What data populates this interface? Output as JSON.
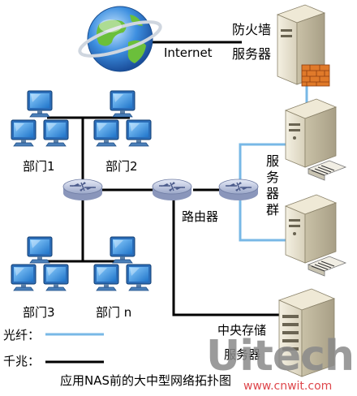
{
  "labels": {
    "firewall_line1": "防火墙",
    "firewall_line2": "服务器",
    "internet": "Internet",
    "dept1": "部门1",
    "dept2": "部门2",
    "dept3": "部门3",
    "deptn": "部门 n",
    "server_group": [
      "服",
      "务",
      "器",
      "群"
    ],
    "router": "路由器",
    "central_line1": "中央存储",
    "central_line2": "服务器"
  },
  "legend": {
    "fiber_label": "光纤：",
    "gigabit_label": "千兆："
  },
  "caption": "应用NAS前的大中型网络拓扑图",
  "watermark": {
    "brand": "Uitech",
    "url": "www.cnwit.com"
  },
  "icons": {
    "globe": "globe-icon",
    "firewall": "firewall-server-icon",
    "server": "server-icon",
    "storage": "storage-server-icon",
    "router": "router-icon",
    "computer": "computer-icon"
  },
  "colors": {
    "fiber": "#78b8e6",
    "gigabit": "#000000",
    "brand_red": "#d9262c",
    "brand_gray": "#8a8a8a"
  }
}
